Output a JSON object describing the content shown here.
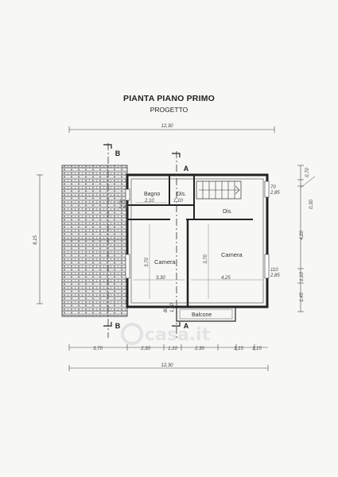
{
  "header": {
    "title": "PIANTA PIANO PRIMO",
    "subtitle": "PROGETTO"
  },
  "rooms": {
    "bagno": "Bagno",
    "dis_small": "Dis.",
    "dis_large": "Dis.",
    "camera_left": "Camera",
    "camera_right": "Camera",
    "balcone": "Balcone"
  },
  "sections": {
    "b_top": "B",
    "b_bottom": "B",
    "a_top": "A",
    "a_bottom": "A"
  },
  "dims_top": {
    "total": "12,30"
  },
  "dims_bottom": {
    "segments": [
      "3,70",
      "2,30",
      "1,10",
      "2,30",
      "1,15",
      "1,15"
    ],
    "total": "12,30"
  },
  "dims_left": {
    "height": "8,15"
  },
  "dims_right": {
    "segments": [
      "0,70",
      "0,30",
      "4,20",
      "1,10",
      "1,45"
    ]
  },
  "dims_inner": {
    "bagno_w": "2,10",
    "dis_w": "1,10",
    "camera_l_h": "3,70",
    "camera_l_w": "3,30",
    "camera_r_h": "3,70",
    "camera_r_w": "4,25",
    "win_a1": "70",
    "win_a2": "2,85",
    "win_b1": "110",
    "win_b2": "2,85",
    "bal_1": "80",
    "bal_2": "1,20",
    "sm1": "80",
    "sm2": "2,85"
  },
  "watermark": {
    "text": "casa.it"
  }
}
